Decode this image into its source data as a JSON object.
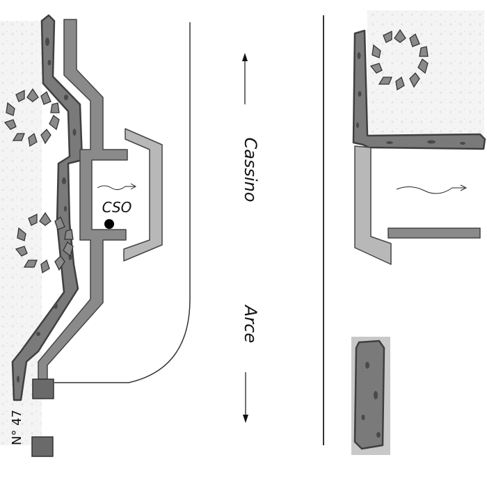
{
  "labels": {
    "cso": "CSO",
    "direction_up": "Cassino",
    "direction_down": "Arce",
    "building_number": "N° 47"
  },
  "icons": {
    "tree": "tree-icon",
    "flow": "flow-wave-arrow-icon",
    "outfall_point": "dot-icon",
    "arrow_up": "arrow-up-icon",
    "arrow_down": "arrow-down-icon"
  },
  "colors": {
    "wall": "#7a7a7a",
    "wall_dark": "#3f3f3f",
    "structure_dark": "#8a8a8a",
    "structure_light": "#b5b5b5",
    "field_pattern": "#f1f1f1",
    "line": "#333333"
  }
}
